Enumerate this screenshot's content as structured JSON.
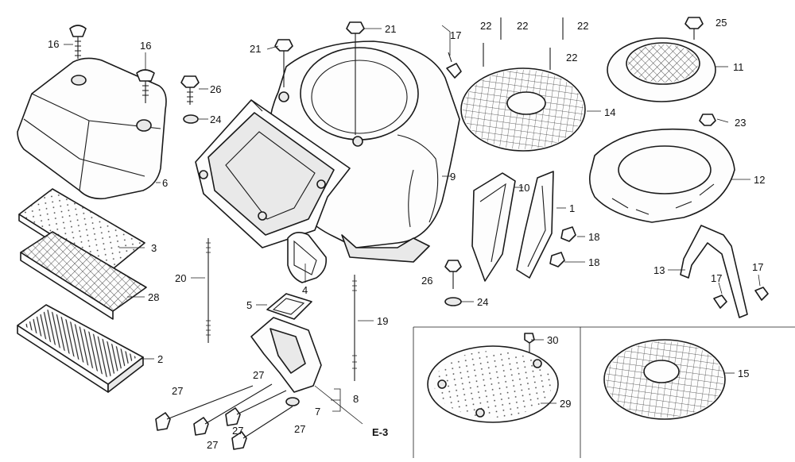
{
  "callouts": {
    "c16a": "16",
    "c16b": "16",
    "c6": "6",
    "c3": "3",
    "c28": "28",
    "c2": "2",
    "c26a": "26",
    "c24a": "24",
    "c20": "20",
    "c21a": "21",
    "c21b": "21",
    "c4": "4",
    "c5": "5",
    "c19": "19",
    "c27a": "27",
    "c27b": "27",
    "c27c": "27",
    "c27d": "27",
    "c27e": "27",
    "c8": "8",
    "c7": "7",
    "e3": "E-3",
    "c17a": "17",
    "c22a": "22",
    "c22b": "22",
    "c22c": "22",
    "c22d": "22",
    "c14": "14",
    "c9": "9",
    "c10": "10",
    "c1": "1",
    "c18a": "18",
    "c18b": "18",
    "c26b": "26",
    "c24b": "24",
    "c25": "25",
    "c11": "11",
    "c23": "23",
    "c12": "12",
    "c13": "13",
    "c17b": "17",
    "c17c": "17",
    "c30": "30",
    "c29": "29",
    "c15": "15"
  }
}
